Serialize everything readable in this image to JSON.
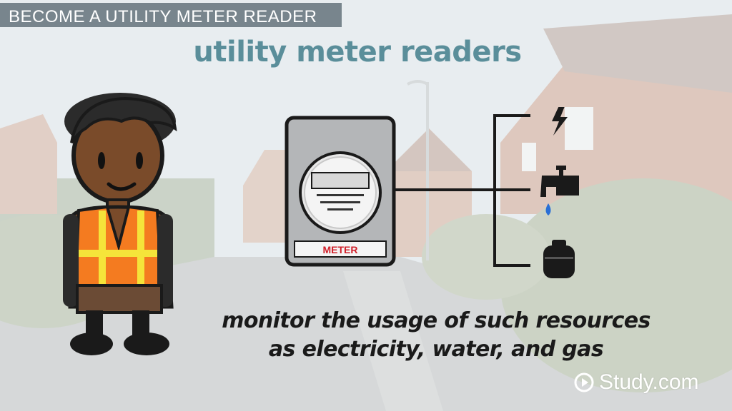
{
  "header": {
    "title": "BECOME A UTILITY METER READER"
  },
  "slide": {
    "heading": "utility meter readers",
    "meter_label": "METER",
    "caption_line1": "monitor the usage of such resources",
    "caption_line2": "as electricity, water, and gas"
  },
  "branding": {
    "logo_text": "Study.com"
  },
  "icons": [
    "lightning-icon",
    "water-tap-icon",
    "gas-cylinder-icon",
    "play-icon"
  ],
  "colors": {
    "heading": "#5a8e9a",
    "vest": "#f47b20",
    "vest_stripe": "#f5e43a",
    "meter_label": "#d0202a"
  }
}
